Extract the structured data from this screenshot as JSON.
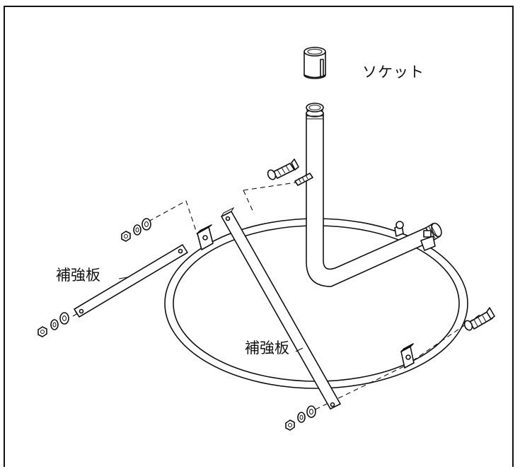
{
  "labels": {
    "socket": "ソケット",
    "reinforcement_plate_left": "補強板",
    "reinforcement_plate_center": "補強板"
  },
  "colors": {
    "line": "#111111",
    "background": "#ffffff"
  }
}
